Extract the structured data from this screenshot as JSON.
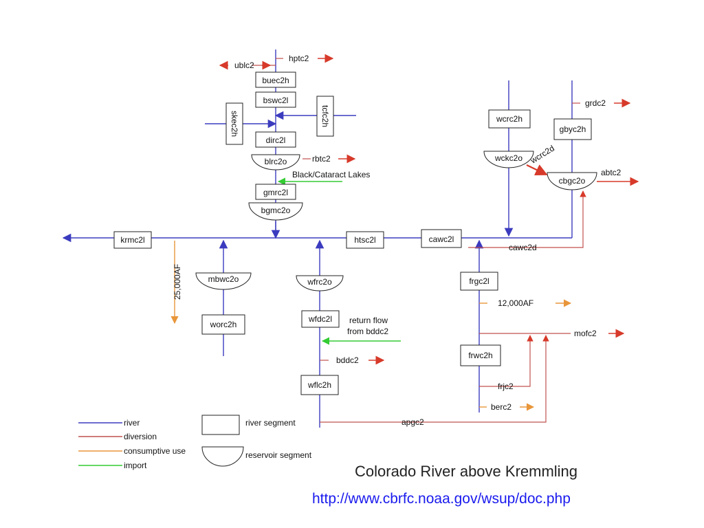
{
  "title": "Colorado River above Kremmling",
  "url": "http://www.cbrfc.noaa.gov/wsup/doc.php",
  "colors": {
    "river": "#3b3bbf",
    "diversion": "#c0504d",
    "consumptive": "#e8963a",
    "import": "#33cc33",
    "arrow_red": "#d73a2a"
  },
  "river_segments": {
    "buec2h": "buec2h",
    "bswc2l": "bswc2l",
    "skec2h": "skec2h",
    "tcfc2h": "tcfc2h",
    "dirc2l": "dirc2l",
    "gmrc2l": "gmrc2l",
    "krmc2l": "krmc2l",
    "htsc2l": "htsc2l",
    "cawc2l": "cawc2l",
    "worc2h": "worc2h",
    "wfdc2l": "wfdc2l",
    "wflc2h": "wflc2h",
    "frgc2l": "frgc2l",
    "frwc2h": "frwc2h",
    "wcrc2h": "wcrc2h",
    "gbyc2h": "gbyc2h"
  },
  "reservoirs": {
    "blrc2o": "blrc2o",
    "bgmc2o": "bgmc2o",
    "mbwc2o": "mbwc2o",
    "wfrc2o": "wfrc2o",
    "wckc2o": "wckc2o",
    "cbgc2o": "cbgc2o"
  },
  "flow_labels": {
    "ublc2": "ublc2",
    "hptc2": "hptc2",
    "rbtc2": "rbtc2",
    "grdc2": "grdc2",
    "abtc2": "abtc2",
    "wcrc2d": "wcrc2d",
    "cawc2d": "cawc2d",
    "af_25000": "25,000AF",
    "af_12000": "12,000AF",
    "mofc2": "mofc2",
    "bddc2": "bddc2",
    "frjc2": "frjc2",
    "berc2": "berc2",
    "apgc2": "apgc2"
  },
  "annotations": {
    "black_cataract": "Black/Cataract Lakes",
    "return_flow_1": "return flow",
    "return_flow_2": "from bddc2"
  },
  "legend": {
    "river": "river",
    "diversion": "diversion",
    "consumptive": "consumptive use",
    "import": "import",
    "river_segment": "river segment",
    "reservoir_segment": "reservoir segment"
  }
}
